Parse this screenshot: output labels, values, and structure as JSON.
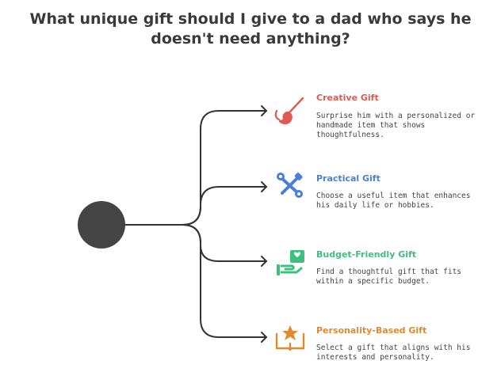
{
  "title": {
    "line1": "What unique gift should I give to a dad who says he",
    "line2": "doesn't need anything?"
  },
  "colors": {
    "root_node": "#444444",
    "connector": "#333333",
    "creative": "#e05a4f",
    "practical": "#4a7fdb",
    "budget": "#3fbf7f",
    "personality": "#e08a2e"
  },
  "branches": [
    {
      "title": "Creative Gift",
      "description": "Surprise him with a personalized or handmade item that shows thoughtfulness.",
      "icon": "paintbrush-icon"
    },
    {
      "title": "Practical Gift",
      "description": "Choose a useful item that enhances his daily life or hobbies.",
      "icon": "tools-icon"
    },
    {
      "title": "Budget-Friendly Gift",
      "description": "Find a thoughtful gift that fits within a specific budget.",
      "icon": "gift-hand-icon"
    },
    {
      "title": "Personality-Based Gift",
      "description": "Select a gift that aligns with his interests and personality.",
      "icon": "book-star-icon"
    }
  ]
}
